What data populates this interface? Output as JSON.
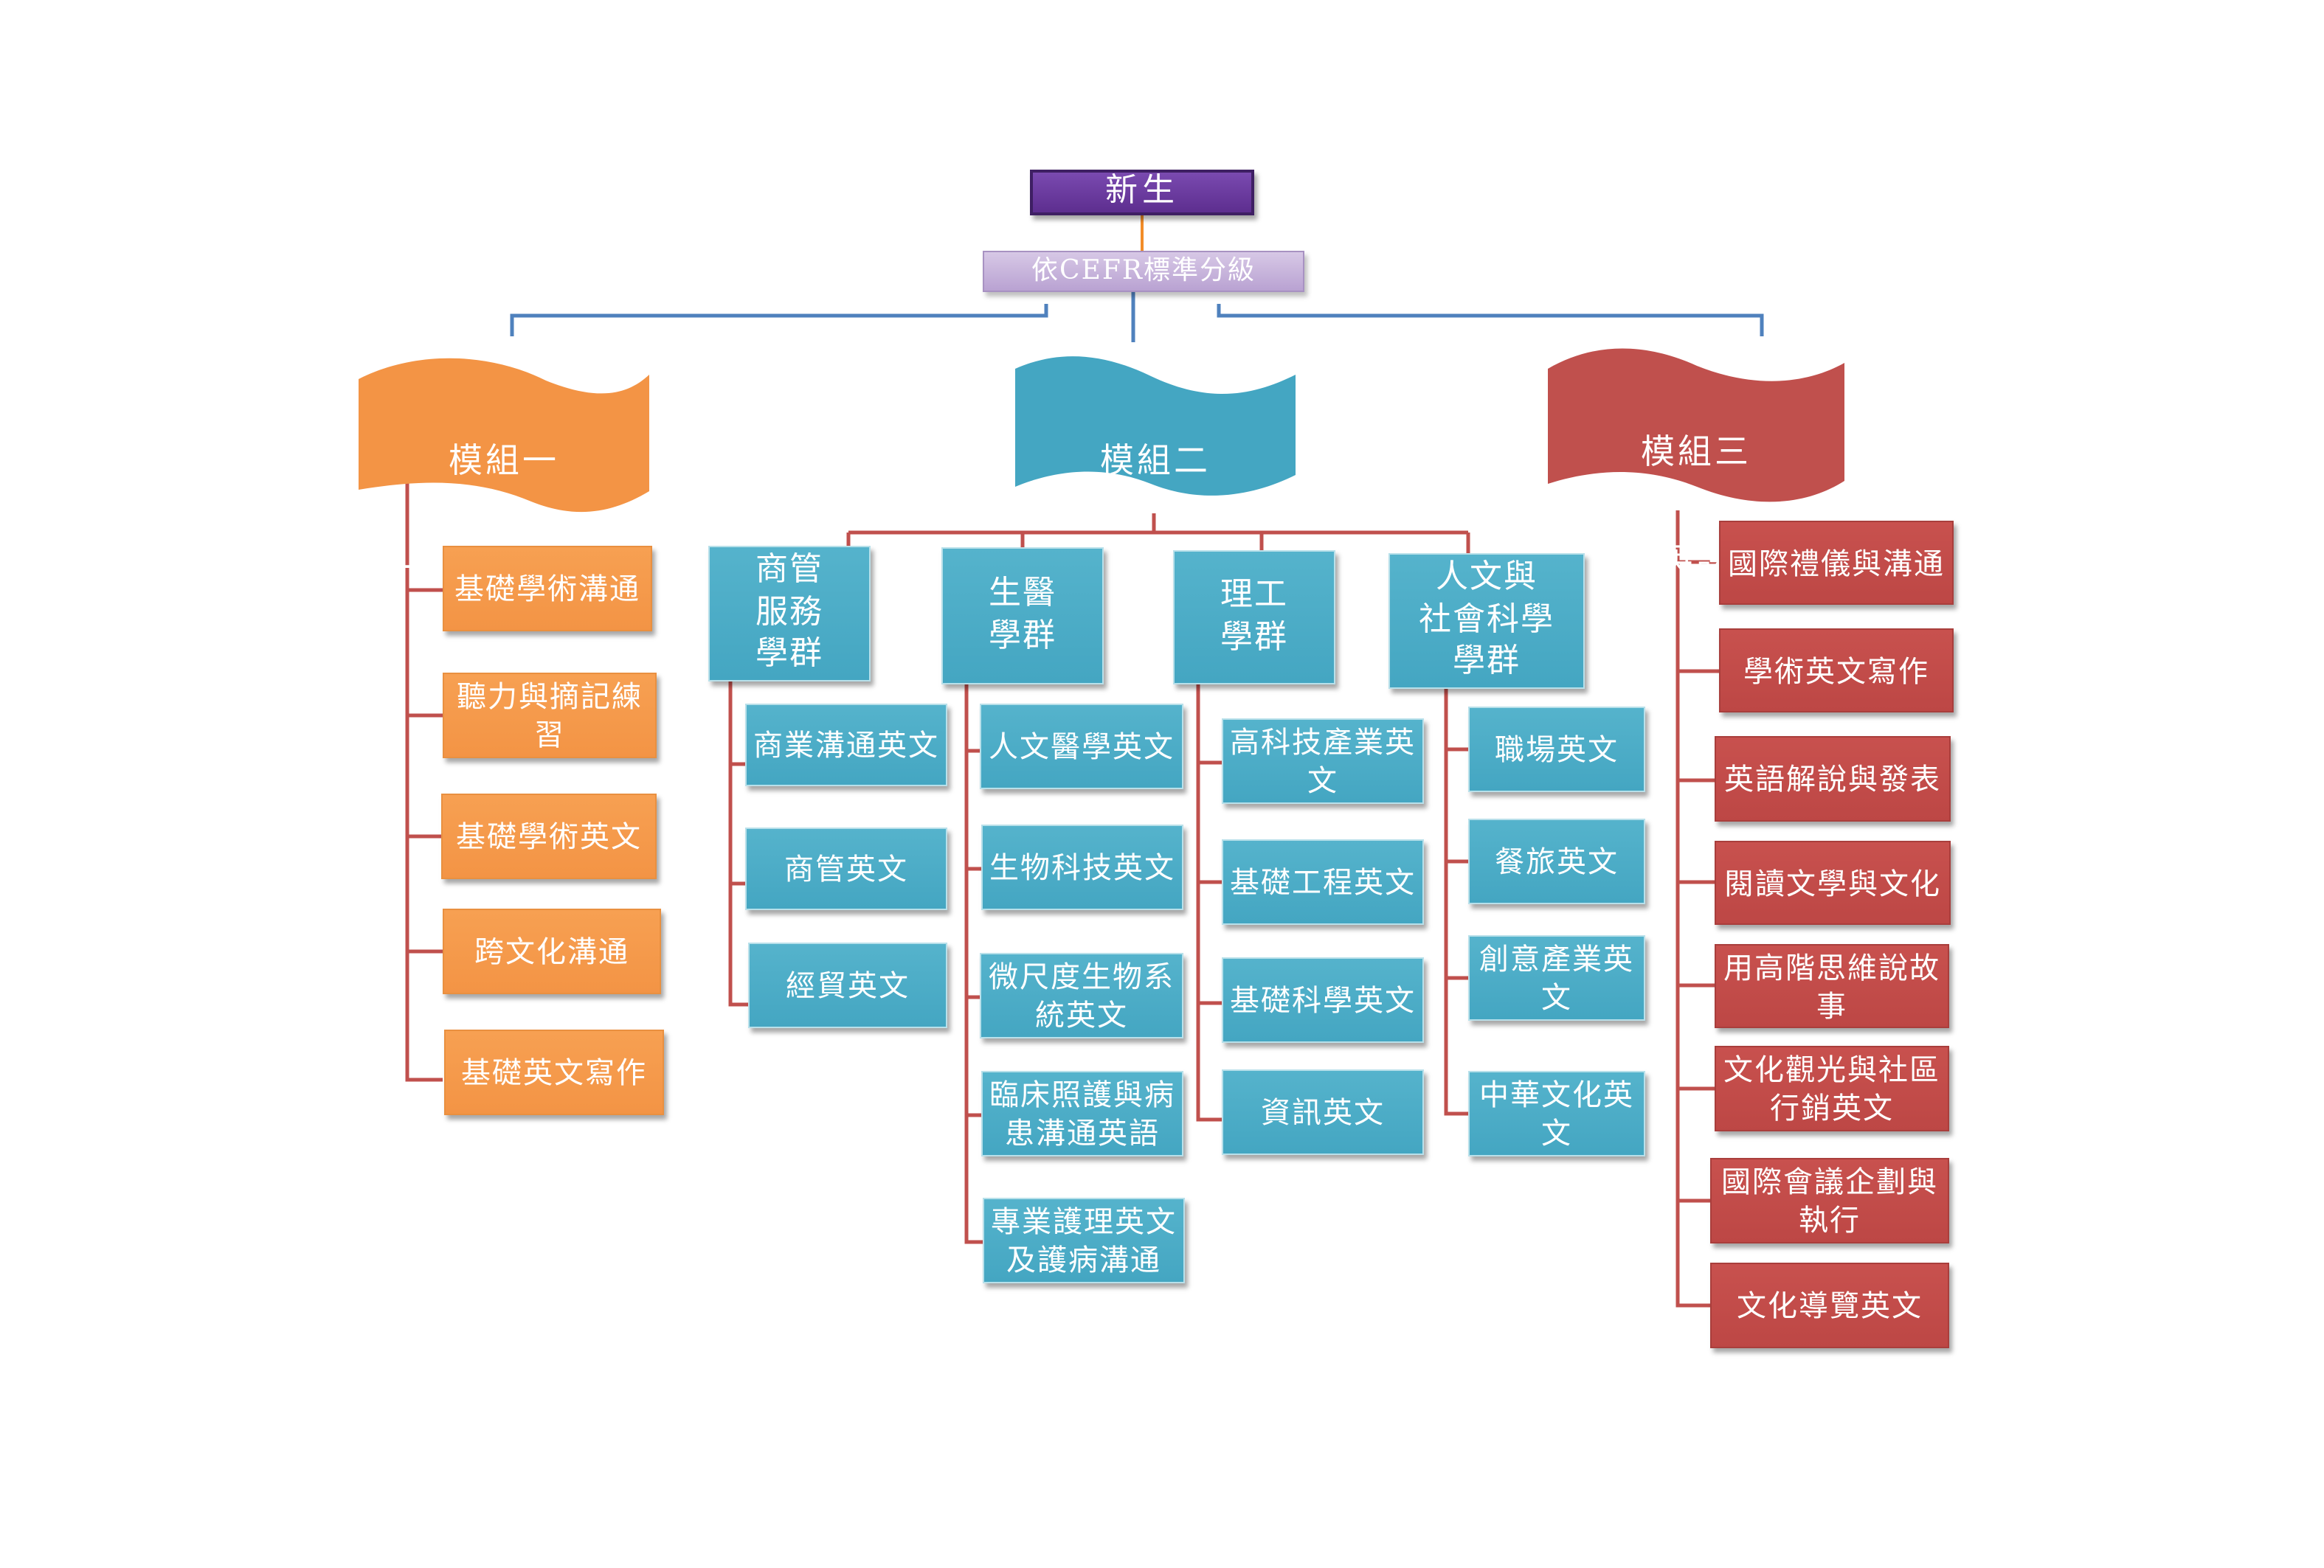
{
  "root": {
    "label": "新生"
  },
  "placement": {
    "label": "依CEFR標準分級"
  },
  "colors": {
    "module1": "#f39445",
    "module2": "#44a6c2",
    "module3": "#c0504d",
    "root": "#6a3a9c",
    "connector_blue": "#4f81bd",
    "connector_red": "#c0504d"
  },
  "module1": {
    "title": "模組一",
    "subtitle": "（一般學術英語）",
    "courses": [
      "基礎學術溝通",
      "聽力與摘記練習",
      "基礎學術英文",
      "跨文化溝通",
      "基礎英文寫作"
    ]
  },
  "module2": {
    "title": "模組二",
    "subtitle": "（專業學術英語）",
    "groups": [
      {
        "name": "商管\n服務\n學群",
        "courses": [
          "商業溝通英文",
          "商管英文",
          "經貿英文"
        ]
      },
      {
        "name": "生醫\n學群",
        "courses": [
          "人文醫學英文",
          "生物科技英文",
          "微尺度生物系\n統英文",
          "臨床照護與病\n患溝通英語",
          "專業護理英文\n及護病溝通"
        ]
      },
      {
        "name": "理工\n學群",
        "courses": [
          "高科技產業英文",
          "基礎工程英文",
          "基礎科學英文",
          "資訊英文"
        ]
      },
      {
        "name": "人文與\n社會科學\n學群",
        "courses": [
          "職場英文",
          "餐旅英文",
          "創意產業英文",
          "中華文化英文"
        ]
      }
    ]
  },
  "module3": {
    "title": "模組三",
    "subtitle": "（菁英課程）",
    "courses": [
      "國際禮儀與溝通",
      "學術英文寫作",
      "英語解說與發表",
      "閱讀文學與文化",
      "用高階思維說故事",
      "文化觀光與社區\n行銷英文",
      "國際會議企劃與\n執行",
      "文化導覽英文"
    ]
  }
}
